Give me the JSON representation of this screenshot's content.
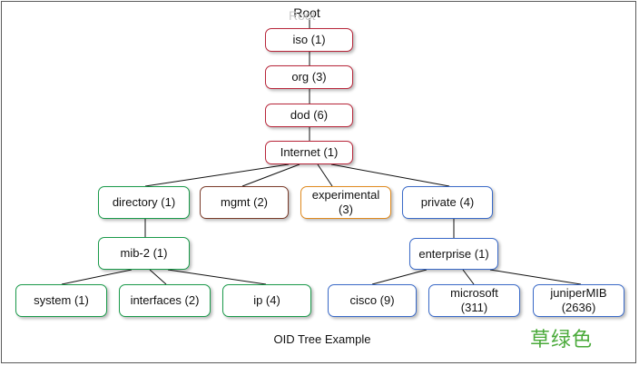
{
  "root_label": "Root",
  "caption": "OID Tree Example",
  "watermark": "草绿色",
  "colors": {
    "red": "#b8263a",
    "green": "#1a9a4a",
    "brown": "#7a3b2a",
    "orange": "#e08a1e",
    "blue": "#3a6ac8",
    "edge": "#111111",
    "watermark": "#4aaa3a"
  },
  "nodes": {
    "iso": "iso (1)",
    "org": "org (3)",
    "dod": "dod (6)",
    "internet": "Internet (1)",
    "directory": "directory (1)",
    "mgmt": "mgmt (2)",
    "experimental": "experimental\n(3)",
    "private": "private (4)",
    "mib2": "mib-2 (1)",
    "enterprise": "enterprise (1)",
    "system": "system (1)",
    "interfaces": "interfaces (2)",
    "ip": "ip (4)",
    "cisco": "cisco (9)",
    "microsoft": "microsoft\n(311)",
    "juniper": "juniperMIB\n(2636)"
  }
}
